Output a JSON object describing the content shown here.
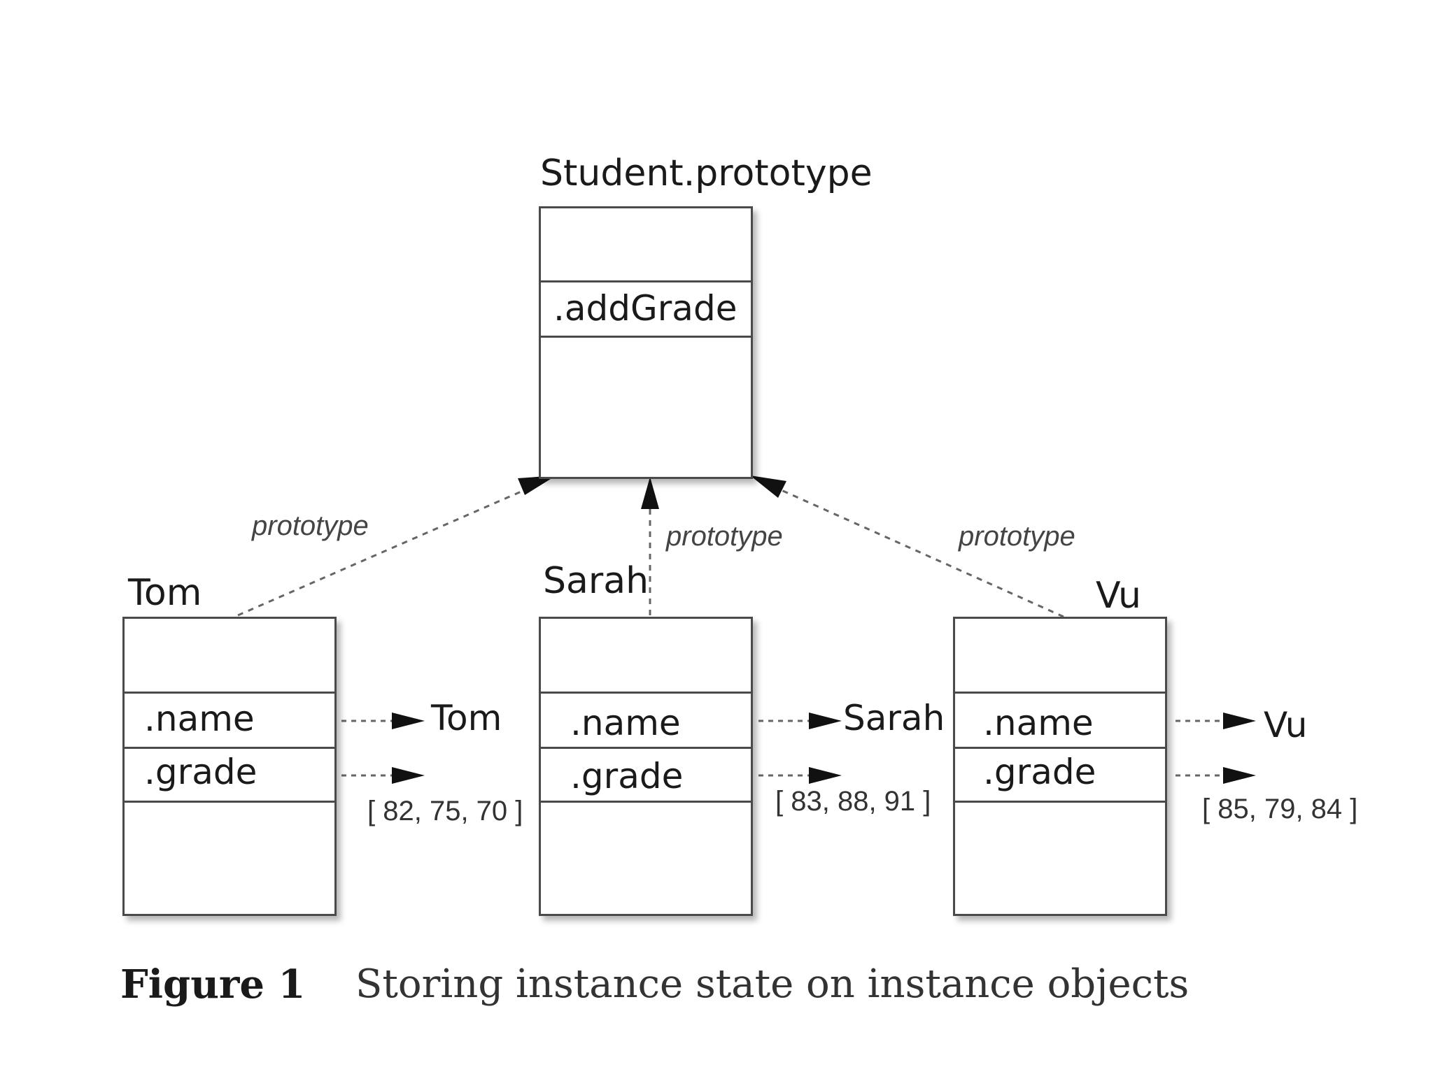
{
  "prototype_object": {
    "title": "Student.prototype",
    "method": ".addGrade"
  },
  "link_label": "prototype",
  "instances": [
    {
      "label": "Tom",
      "name_field": ".name",
      "grade_field": ".grade",
      "name_value": "Tom",
      "grades": "[ 82, 75, 70 ]"
    },
    {
      "label": "Sarah",
      "name_field": ".name",
      "grade_field": ".grade",
      "name_value": "Sarah",
      "grades": "[ 83, 88, 91 ]"
    },
    {
      "label": "Vu",
      "name_field": ".name",
      "grade_field": ".grade",
      "name_value": "Vu",
      "grades": "[ 85, 79, 84 ]"
    }
  ],
  "caption": {
    "figure": "Figure 1",
    "text": "Storing instance state on instance objects"
  }
}
